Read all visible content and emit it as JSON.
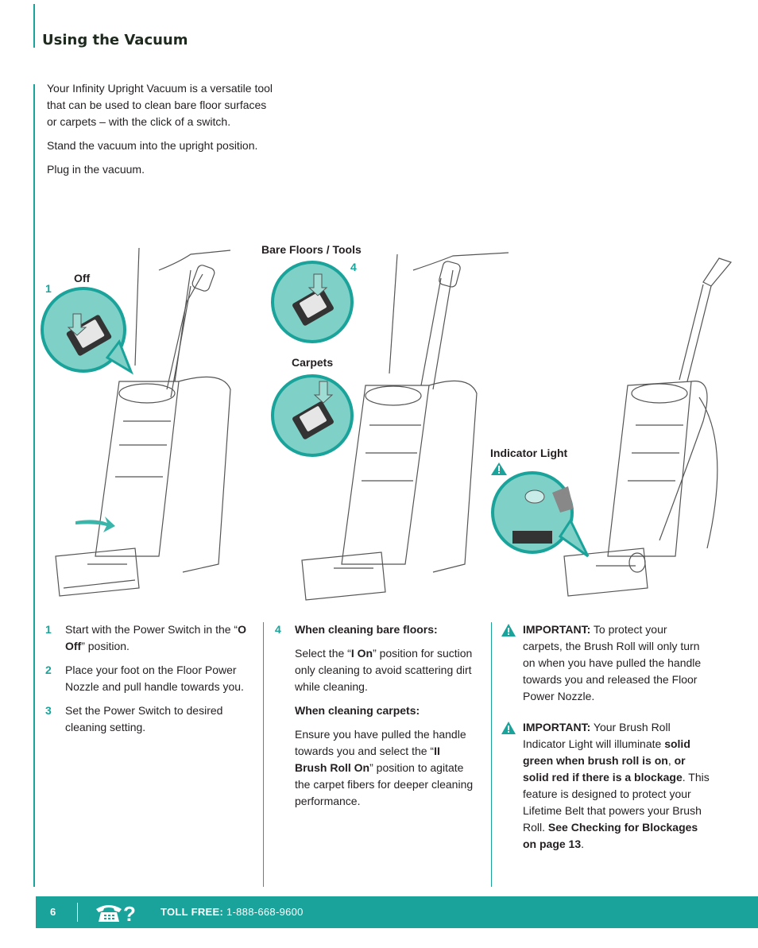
{
  "heading": "Using the Vacuum",
  "intro": [
    "Your Infinity Upright Vacuum is a versatile tool that can be used to clean bare floor surfaces or carpets – with the click of a switch.",
    "Stand the vacuum into the upright position.",
    "Plug in the vacuum."
  ],
  "figure": {
    "off_label": "Off",
    "off_num": "1",
    "bare_label": "Bare Floors / Tools",
    "bare_num": "4",
    "carpets_label": "Carpets",
    "indicator_label": "Indicator Light"
  },
  "steps": [
    {
      "num": "1",
      "pre": "Start with the Power Switch in the “",
      "bold": "O Off",
      "post": "” position."
    },
    {
      "num": "2",
      "pre": "Place your foot on the Floor Power Nozzle and pull handle towards you.",
      "bold": "",
      "post": ""
    },
    {
      "num": "3",
      "pre": "Set the Power Switch to desired cleaning setting.",
      "bold": "",
      "post": ""
    }
  ],
  "step4": {
    "num": "4",
    "bare_heading": "When cleaning bare floors:",
    "bare_pre": "Select the “",
    "bare_bold": "I On",
    "bare_post": "” position for suction only cleaning to avoid scattering dirt while cleaning.",
    "carpet_heading": "When cleaning carpets:",
    "carpet_pre": "Ensure you have pulled the handle towards you and select the “",
    "carpet_bold": "II Brush Roll On",
    "carpet_post": "” position to agitate the carpet fibers for deeper cleaning performance."
  },
  "important1": {
    "label": "IMPORTANT:",
    "text": " To protect your carpets, the Brush Roll will only turn on when you have pulled the handle towards you and released the Floor Power Nozzle."
  },
  "important2": {
    "label": "IMPORTANT:",
    "t1": " Your Brush Roll Indicator Light will illuminate ",
    "b1": "solid green when brush roll is on",
    "t2": ", ",
    "b2": "or solid red if there is a blockage",
    "t3": ". This feature is designed to protect your Lifetime Belt that powers your Brush Roll. ",
    "b3": "See Checking for Blockages on page 13",
    "t4": "."
  },
  "footer": {
    "page": "6",
    "toll_label": "TOLL FREE:",
    "phone": " 1-888-668-9600",
    "phone_icon": "phone-question-icon"
  },
  "colors": {
    "accent": "#1aa39a"
  }
}
